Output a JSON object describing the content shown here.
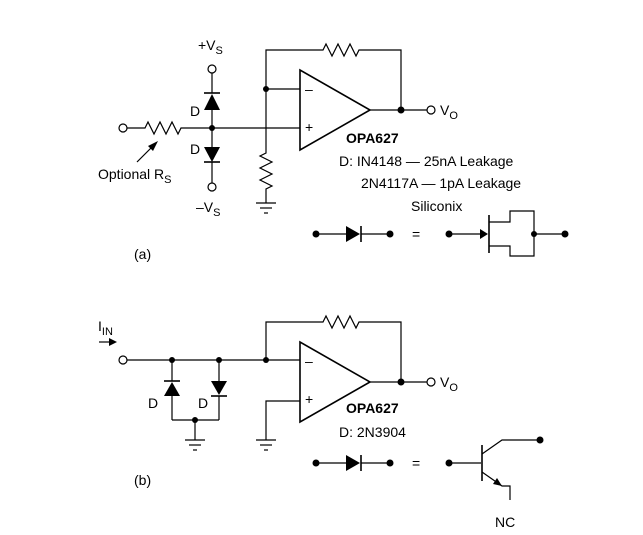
{
  "circuit_a": {
    "pos_supply": "+V",
    "pos_supply_sub": "S",
    "neg_supply": "–V",
    "neg_supply_sub": "S",
    "diode_top": "D",
    "diode_bottom": "D",
    "optional_rs": "Optional R",
    "optional_rs_sub": "S",
    "opamp_name": "OPA627",
    "output": "V",
    "output_sub": "O",
    "note_line1": "D: IN4148 — 25nA Leakage",
    "note_line2": "2N4117A — 1pA Leakage",
    "note_line3": "Siliconix",
    "equals": "=",
    "caption": "(a)",
    "minus_sign": "–",
    "plus_sign": "+"
  },
  "circuit_b": {
    "input_label": "I",
    "input_sub": "IN",
    "diode_left": "D",
    "diode_right": "D",
    "opamp_name": "OPA627",
    "output": "V",
    "output_sub": "O",
    "note": "D: 2N3904",
    "equals": "=",
    "nc": "NC",
    "caption": "(b)",
    "minus_sign": "–",
    "plus_sign": "+"
  }
}
